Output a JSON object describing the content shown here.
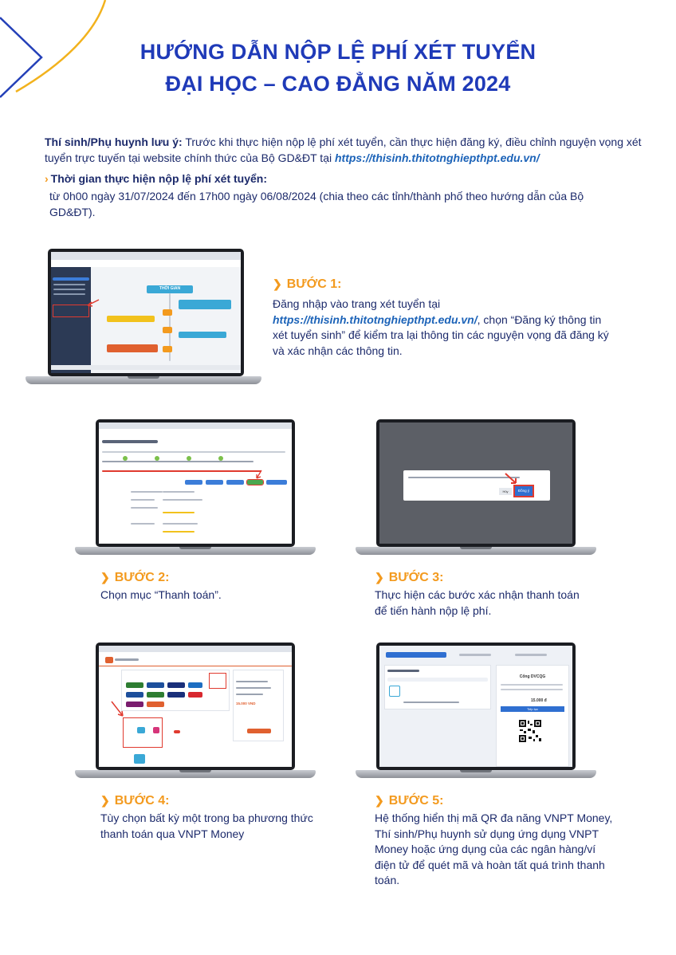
{
  "title": {
    "line1": "HƯỚNG DẪN NỘP LỆ PHÍ XÉT TUYỂN",
    "line2": "ĐẠI HỌC – CAO ĐẲNG NĂM 2024"
  },
  "note": {
    "label": "Thí sinh/Phụ huynh lưu ý:",
    "text": "Trước khi thực hiện nộp lệ phí xét tuyển, cần thực hiện đăng ký, điều chỉnh nguyện vọng xét tuyển trực tuyến tại website chính thức của Bộ GD&ĐT tại",
    "link": "https://thisinh.thitotnghiepthpt.edu.vn/"
  },
  "time": {
    "label": "Thời gian thực hiện nộp lệ phí xét tuyển:",
    "text": "từ 0h00 ngày 31/07/2024 đến 17h00 ngày 06/08/2024 (chia theo các tỉnh/thành phố theo hướng dẫn của Bộ GD&ĐT)."
  },
  "steps": [
    {
      "heading": "BƯỚC 1:",
      "text_before": "Đăng nhập vào trang xét tuyển tại",
      "link": "https://thisinh.thitotnghiepthpt.edu.vn/",
      "text_after": ", chọn “Đăng ký thông tin xét tuyển sinh” để kiểm tra lại thông tin các nguyện vọng đã đăng ký và xác nhận các thông tin."
    },
    {
      "heading": "BƯỚC 2:",
      "text": "Chọn mục “Thanh toán”."
    },
    {
      "heading": "BƯỚC 3:",
      "text": "Thực hiện các bước xác nhận thanh toán để tiến hành nộp lệ phí."
    },
    {
      "heading": "BƯỚC 4:",
      "text": "Tùy chọn bất kỳ một trong ba phương thức thanh toán qua VNPT Money"
    },
    {
      "heading": "BƯỚC 5:",
      "text": "Hệ thống hiển thị mã QR đa năng VNPT Money, Thí sinh/Phụ huynh sử dụng ứng dụng VNPT Money hoặc ứng dụng của các ngân hàng/ví điện tử để quét mã và hoàn tất quá trình thanh toán."
    }
  ],
  "screens": {
    "s1_banner": "THỜI GIAN",
    "s3_confirm": "Đồng ý",
    "s3_cancel": "Hủy",
    "s5_merchant": "Cổng DVCQG",
    "s5_amount": "15.000 đ",
    "s5_pay": "Tiếp tục",
    "s4_amount": "15.000 VND"
  },
  "colors": {
    "title": "#1f3ab8",
    "accent": "#f39a1e",
    "text": "#1c2a6b",
    "link": "#1c63b8"
  }
}
